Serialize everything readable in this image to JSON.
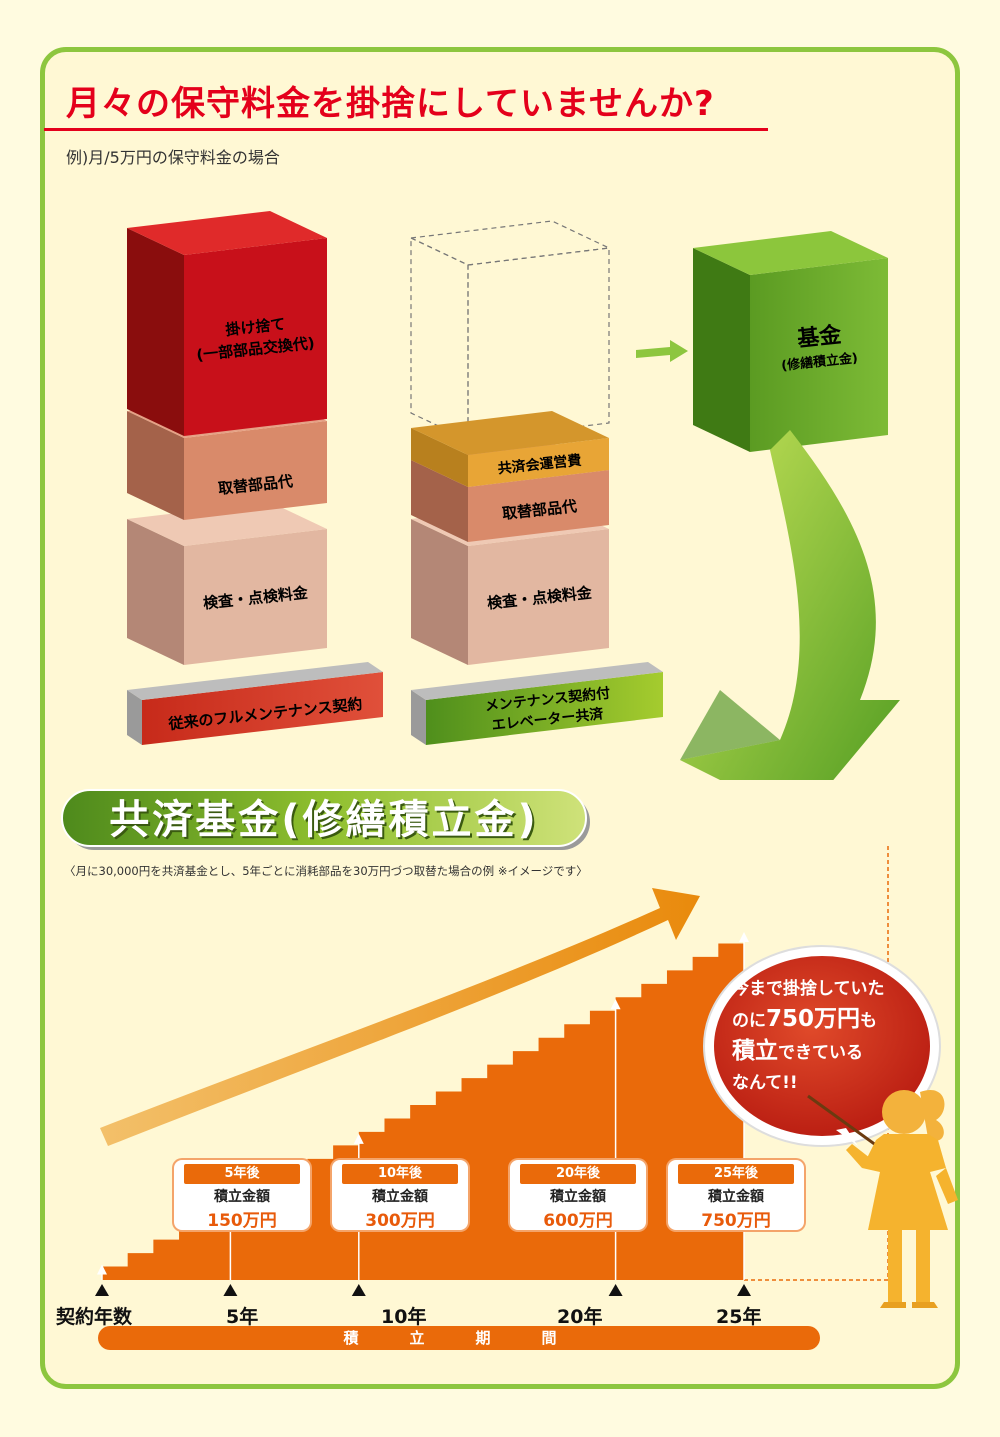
{
  "header": {
    "title": "月々の保守料金を掛捨にしていませんか?",
    "subtitle": "例)月/5万円の保守料金の場合"
  },
  "stacks": {
    "left": {
      "top_block": [
        "掛け捨て",
        "(一部部品交換代)"
      ],
      "middle_block": "取替部品代",
      "bottom_block": "検査・点検料金",
      "label": "従来のフルメンテナンス契約"
    },
    "right": {
      "top_block": "共済会運営費",
      "middle_block": "取替部品代",
      "bottom_block": "検査・点検料金",
      "label": [
        "メンテナンス契約付",
        "エレベーター共済"
      ]
    },
    "fund_block": [
      "基金",
      "(修繕積立金)"
    ]
  },
  "fund_section": {
    "banner": "共済基金(修繕積立金)",
    "note": "〈月に30,000円を共済基金とし、5年ごとに消耗部品を30万円づつ取替た場合の例 ※イメージです〉"
  },
  "chart_data": {
    "type": "area",
    "xlabel": "積　立　期　間",
    "x_start_label": "契約年数",
    "x": [
      5,
      10,
      20,
      25
    ],
    "x_labels": [
      "5年",
      "10年",
      "20年",
      "25年"
    ],
    "ylabel_unit": "万円",
    "series": [
      {
        "values": [
          150,
          300,
          600,
          750
        ]
      }
    ],
    "cards": [
      {
        "after": "5年後",
        "label": "積立金額",
        "value": "150万円"
      },
      {
        "after": "10年後",
        "label": "積立金額",
        "value": "300万円"
      },
      {
        "after": "20年後",
        "label": "積立金額",
        "value": "600万円"
      },
      {
        "after": "25年後",
        "label": "積立金額",
        "value": "750万円"
      }
    ]
  },
  "bubble": {
    "line1": "今まで掛捨していた",
    "line2a": "のに",
    "line2b": "750万円",
    "line2c": "も",
    "line3a": "積立",
    "line3b": "できている",
    "line4": "なんて!!"
  },
  "colors": {
    "accent_red": "#e4001b",
    "frame_green": "#8dc63f",
    "chart_orange": "#ea6a0a",
    "fund_green": "#6aa82a"
  }
}
